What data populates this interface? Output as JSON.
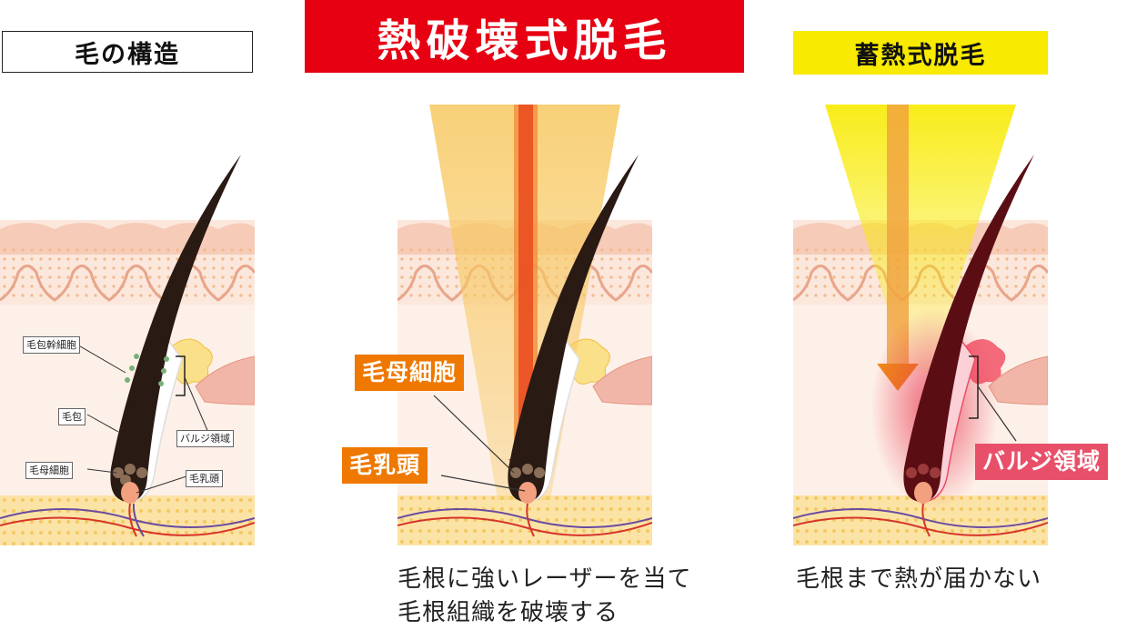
{
  "titles": {
    "structure": "毛の構造",
    "thermal": "熱破壊式脱毛",
    "heat": "蓄熱式脱毛"
  },
  "structure_labels": {
    "hair_shaft_cells": "毛包幹細胞",
    "follicle": "毛包",
    "bulge": "バルジ領域",
    "matrix": "毛母細胞",
    "papilla": "毛乳頭"
  },
  "thermal_labels": {
    "matrix": "毛母細胞",
    "papilla": "毛乳頭"
  },
  "heat_labels": {
    "bulge": "バルジ領域"
  },
  "captions": {
    "thermal_line1": "毛根に強いレーザーを当て",
    "thermal_line2": "毛根組織を破壊する",
    "heat_line1": "毛根まで熱が届かない"
  },
  "colors": {
    "thermal_red": "#e60012",
    "heat_yellow": "#f8ea00",
    "label_orange": "#ee7800",
    "label_pink": "#e8506a"
  }
}
